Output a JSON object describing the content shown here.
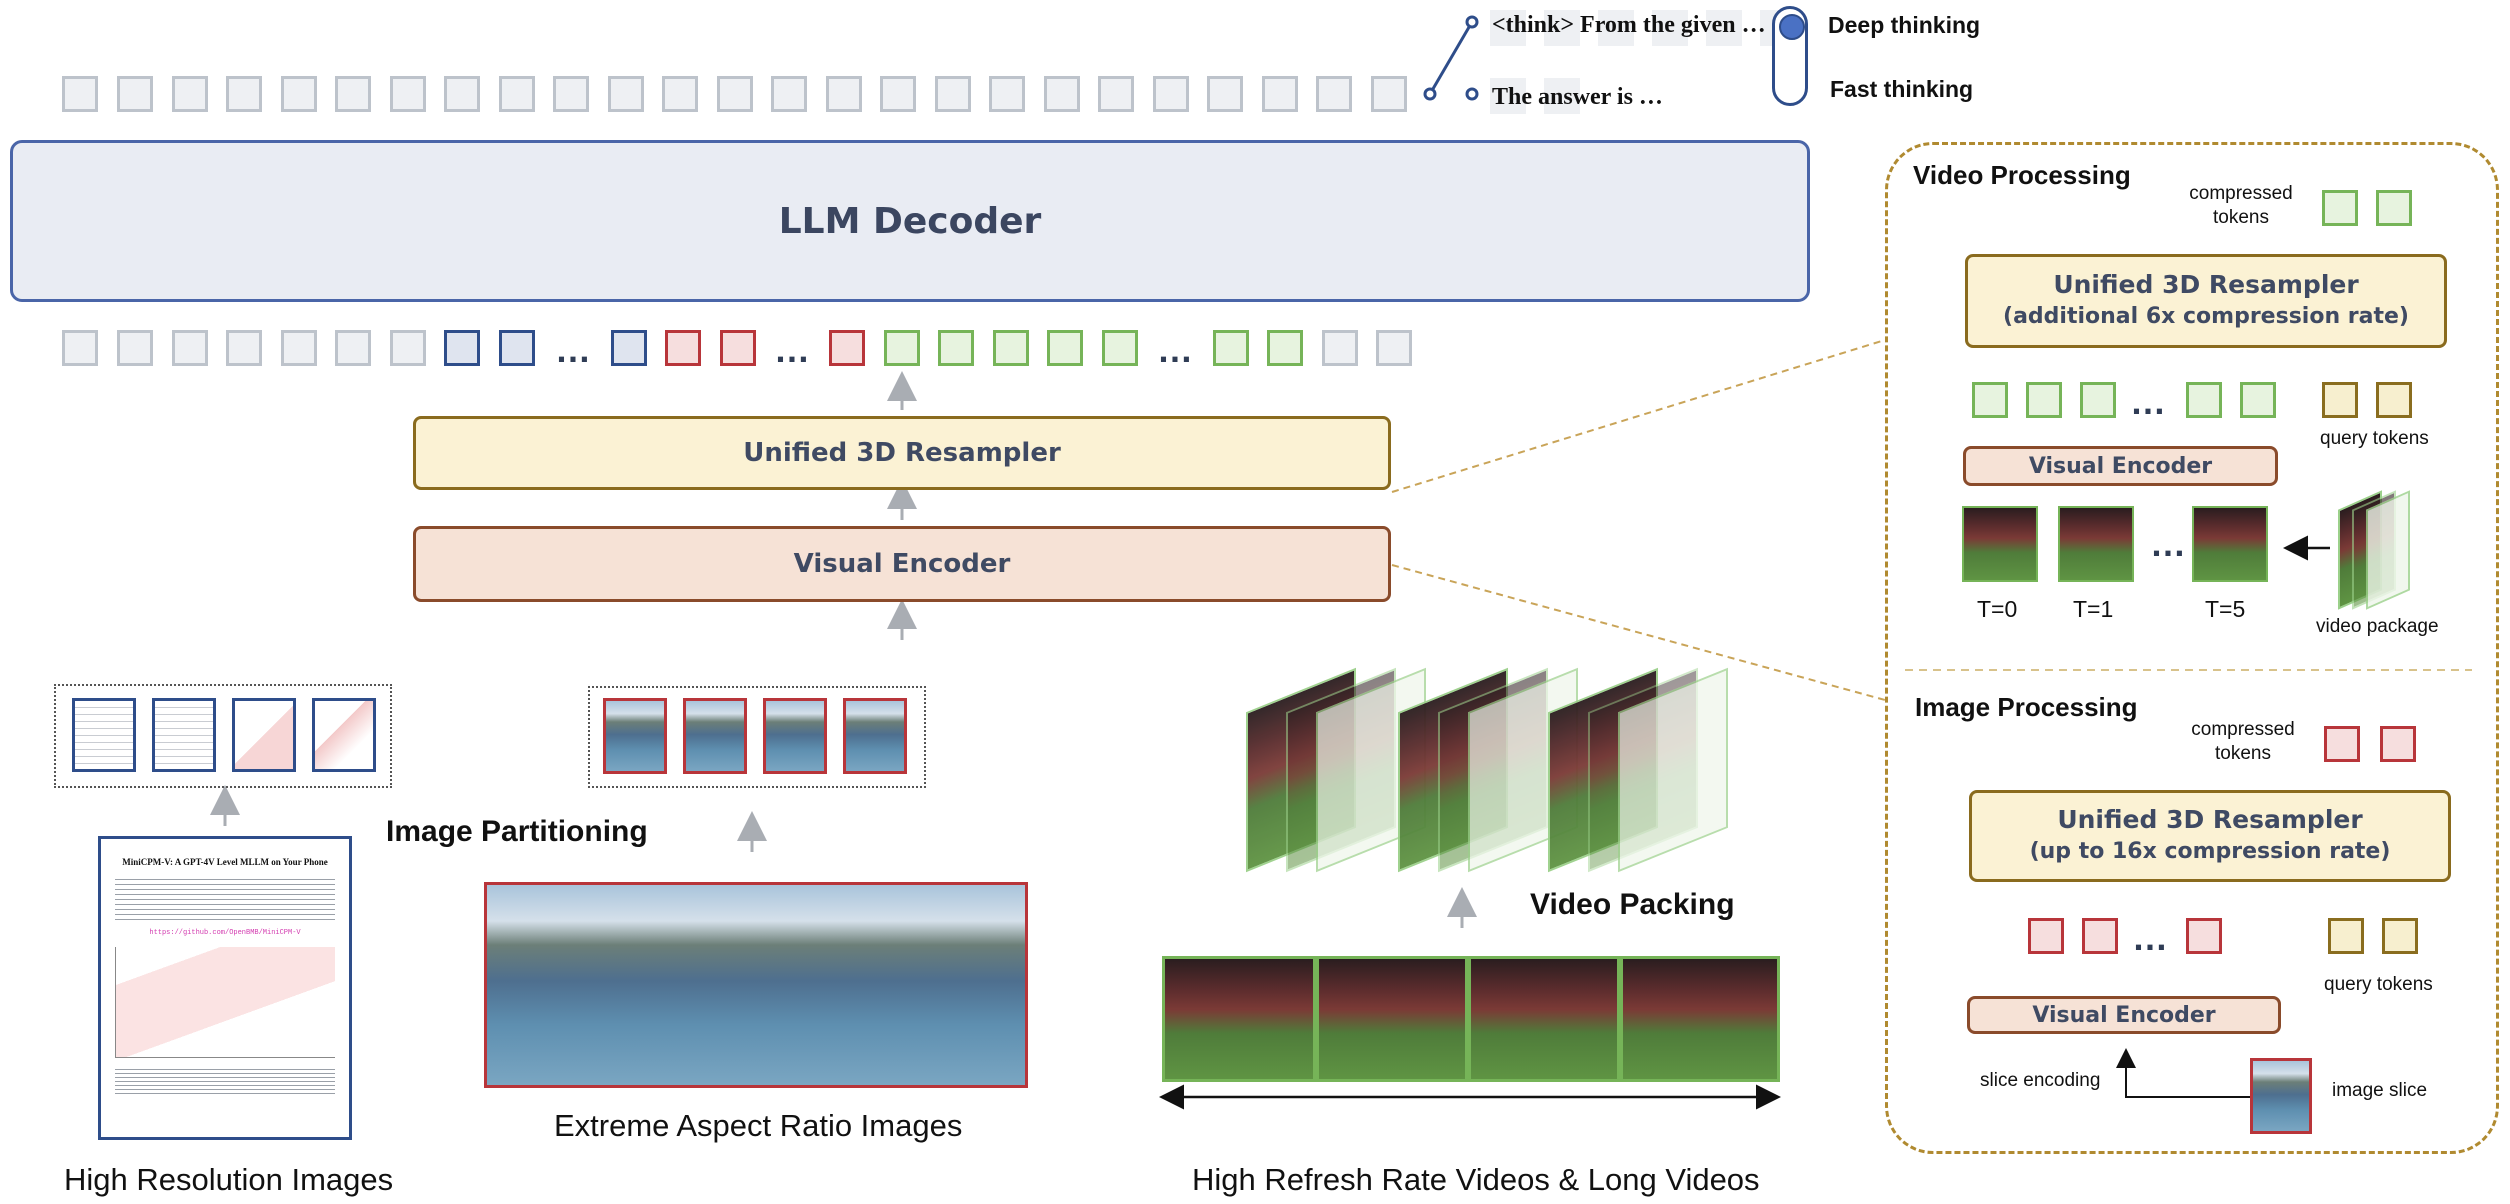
{
  "output": {
    "think_text": "<think> From the given …",
    "answer_text": "The answer is …",
    "deep_label": "Deep thinking",
    "fast_label": "Fast thinking"
  },
  "main": {
    "llm_decoder": "LLM Decoder",
    "resampler": "Unified 3D Resampler",
    "encoder": "Visual Encoder",
    "ellipsis": "…"
  },
  "inputs": {
    "image_partitioning": "Image Partitioning",
    "video_packing": "Video Packing",
    "high_res": "High Resolution Images",
    "extreme_ratio": "Extreme Aspect Ratio Images",
    "videos": "High Refresh Rate Videos & Long Videos"
  },
  "paper": {
    "title": "MiniCPM-V: A GPT-4V Level MLLM on Your Phone",
    "url": "https://github.com/OpenBMB/MiniCPM-V"
  },
  "video_panel": {
    "title": "Video Processing",
    "compressed_tokens": "compressed tokens",
    "resampler_title": "Unified 3D Resampler",
    "resampler_sub": "(additional 6x compression rate)",
    "query_tokens": "query tokens",
    "encoder": "Visual Encoder",
    "t0": "T=0",
    "t1": "T=1",
    "t5": "T=5",
    "video_package": "video package"
  },
  "image_panel": {
    "title": "Image Processing",
    "compressed_tokens": "compressed tokens",
    "resampler_title": "Unified 3D Resampler",
    "resampler_sub": "(up to 16x compression rate)",
    "query_tokens": "query tokens",
    "encoder": "Visual Encoder",
    "slice_encoding": "slice encoding",
    "image_slice": "image slice"
  },
  "colors": {
    "text_token": "#bdc3cb",
    "image_token": "#2e4d8a",
    "image_slice_token": "#b8353a",
    "video_token": "#76b458",
    "query_token": "#8a6d1f",
    "panel_border": "#b08a30"
  }
}
